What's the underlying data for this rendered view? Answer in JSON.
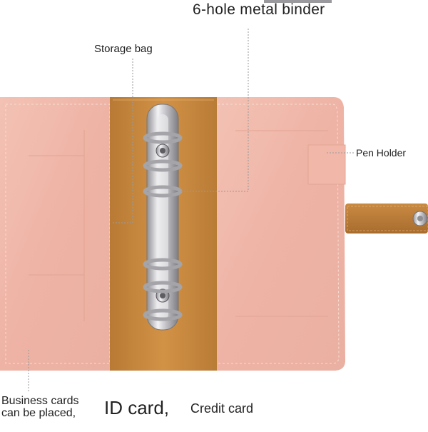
{
  "labels": {
    "top_binder": "6-hole metal binder",
    "storage_bag": "Storage bag",
    "pen_holder": "Pen Holder",
    "business_cards_line1": "Business cards",
    "business_cards_line2": "can be placed,",
    "id_card": "ID card,",
    "credit_card": "Credit card"
  },
  "colors": {
    "cover_pink": "#f0b7a9",
    "spine_tan": "#c98b3c",
    "strap_brown": "#b97a3a",
    "metal_silver": "#c8c8cc"
  }
}
